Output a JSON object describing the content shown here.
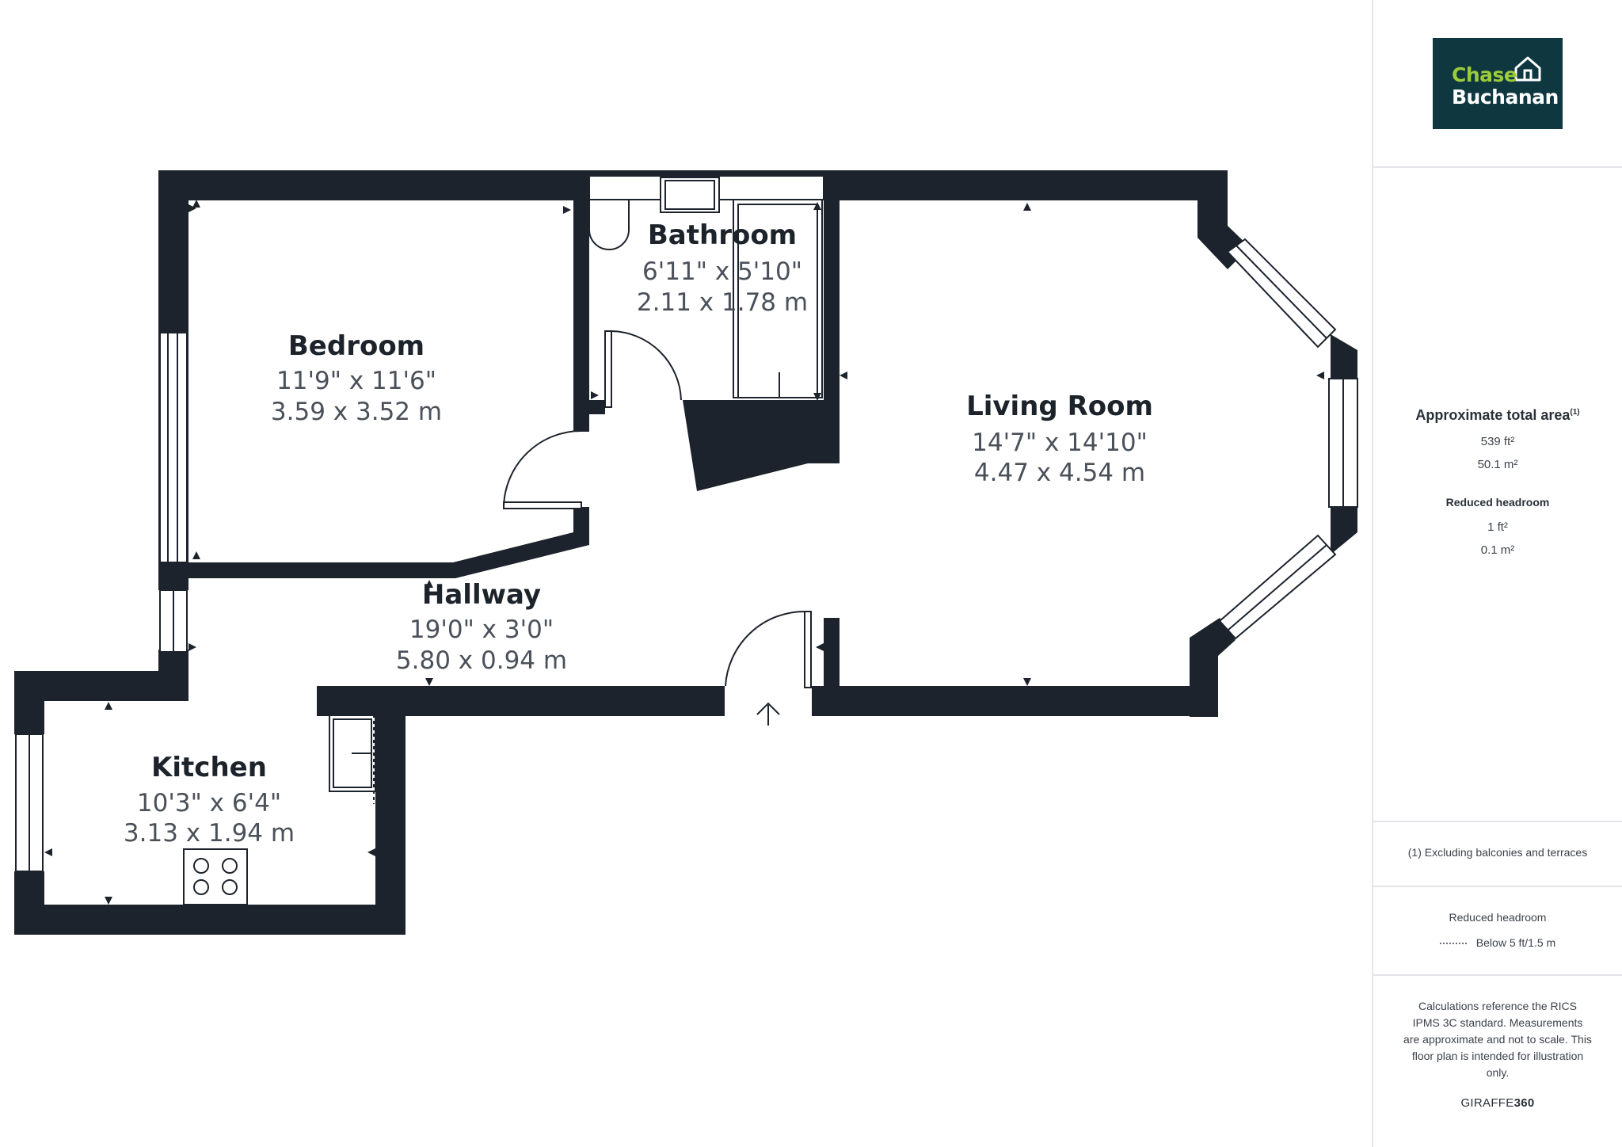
{
  "rooms": {
    "bedroom": {
      "name": "Bedroom",
      "imperial": "11'9\" x 11'6\"",
      "metric": "3.59 x 3.52 m"
    },
    "bathroom": {
      "name": "Bathroom",
      "imperial": "6'11\" x 5'10\"",
      "metric": "2.11 x 1.78 m"
    },
    "living": {
      "name": "Living Room",
      "imperial": "14'7\" x 14'10\"",
      "metric": "4.47 x 4.54 m"
    },
    "hallway": {
      "name": "Hallway",
      "imperial": "19'0\" x 3'0\"",
      "metric": "5.80 x 0.94 m"
    },
    "kitchen": {
      "name": "Kitchen",
      "imperial": "10'3\" x 6'4\"",
      "metric": "3.13 x 1.94 m"
    }
  },
  "logo": {
    "line1": "Chase",
    "line2": "Buchanan",
    "bg_color": "#0f3740",
    "accent_color": "#9ccb3b"
  },
  "area": {
    "title": "Approximate total area",
    "title_sup": "(1)",
    "sqft": "539 ft²",
    "sqm": "50.1 m²",
    "reduced_title": "Reduced headroom",
    "reduced_sqft": "1 ft²",
    "reduced_sqm": "0.1 m²"
  },
  "footnote": "(1) Excluding balconies and terraces",
  "legend": {
    "title": "Reduced headroom",
    "item": "Below 5 ft/1.5 m"
  },
  "disclaimer": "Calculations reference the RICS IPMS 3C standard. Measurements are approximate and not to scale. This floor plan is intended for illustration only.",
  "brand": {
    "part1": "GIRAFFE",
    "part2": "360"
  },
  "colors": {
    "wall": "#1c232c",
    "room_name": "#1d232b",
    "room_dim": "#4b515a"
  }
}
